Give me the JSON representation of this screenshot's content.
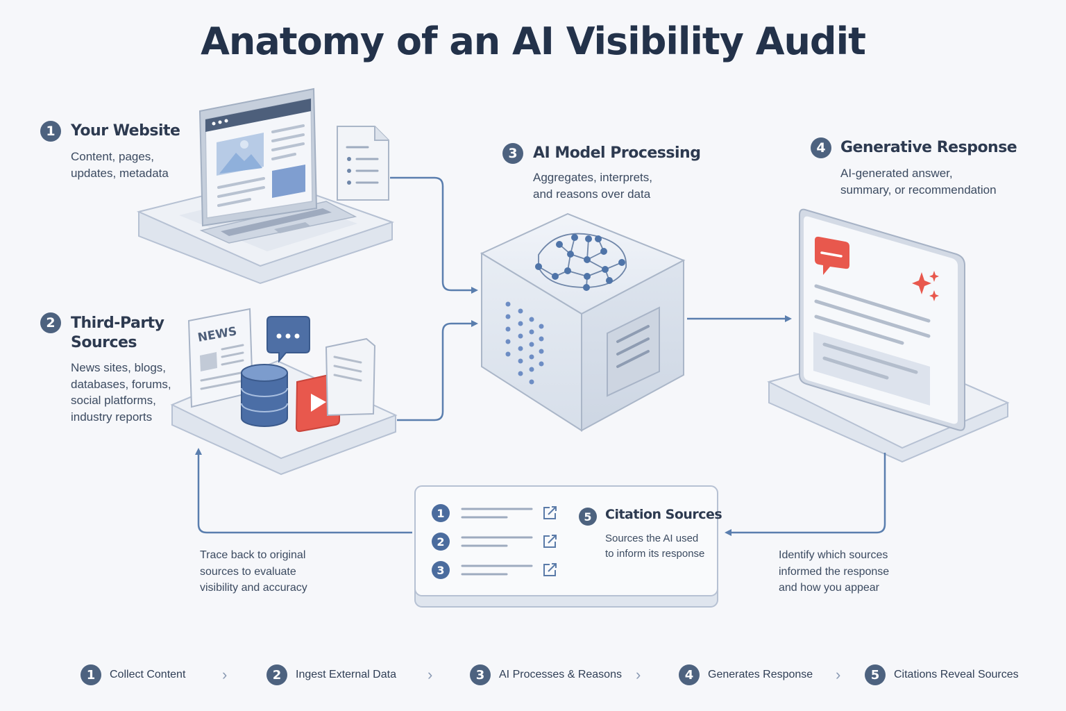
{
  "title": "Anatomy of an AI Visibility Audit",
  "steps": [
    {
      "number": "1",
      "title": [
        "Your Website"
      ],
      "desc": [
        "Content, pages,",
        "updates, metadata"
      ]
    },
    {
      "number": "2",
      "title": [
        "Third-Party",
        "Sources"
      ],
      "desc": [
        "News sites, blogs,",
        "databases, forums,",
        "social platforms,",
        "industry reports"
      ]
    },
    {
      "number": "3",
      "title": [
        "AI Model Processing"
      ],
      "desc": [
        "Aggregates, interprets,",
        "and reasons over data"
      ]
    },
    {
      "number": "4",
      "title": [
        "Generative Response"
      ],
      "desc": [
        "AI-generated answer,",
        "summary, or recommendation"
      ]
    }
  ],
  "citation": {
    "number": "5",
    "title": "Citation Sources",
    "desc": [
      "Sources the AI used",
      "to inform its response"
    ],
    "items": [
      "1",
      "2",
      "3"
    ]
  },
  "notes": {
    "left": [
      "Trace back to original",
      "sources to evaluate",
      "visibility and accuracy"
    ],
    "right": [
      "Identify which sources",
      "informed the response",
      "and how you appear"
    ]
  },
  "news_label": "NEWS",
  "flow": [
    {
      "number": "1",
      "label": "Collect Content"
    },
    {
      "number": "2",
      "label": "Ingest External Data"
    },
    {
      "number": "3",
      "label": "AI Processes & Reasons"
    },
    {
      "number": "4",
      "label": "Generates Response"
    },
    {
      "number": "5",
      "label": "Citations Reveal Sources"
    }
  ],
  "colors": {
    "badge": "#4d627f",
    "arrow": "#5a7eae",
    "accent_red": "#e8584d",
    "accent_blue": "#4f74a8",
    "surface": "#e9edf4",
    "stroke": "#b6c1d3"
  }
}
